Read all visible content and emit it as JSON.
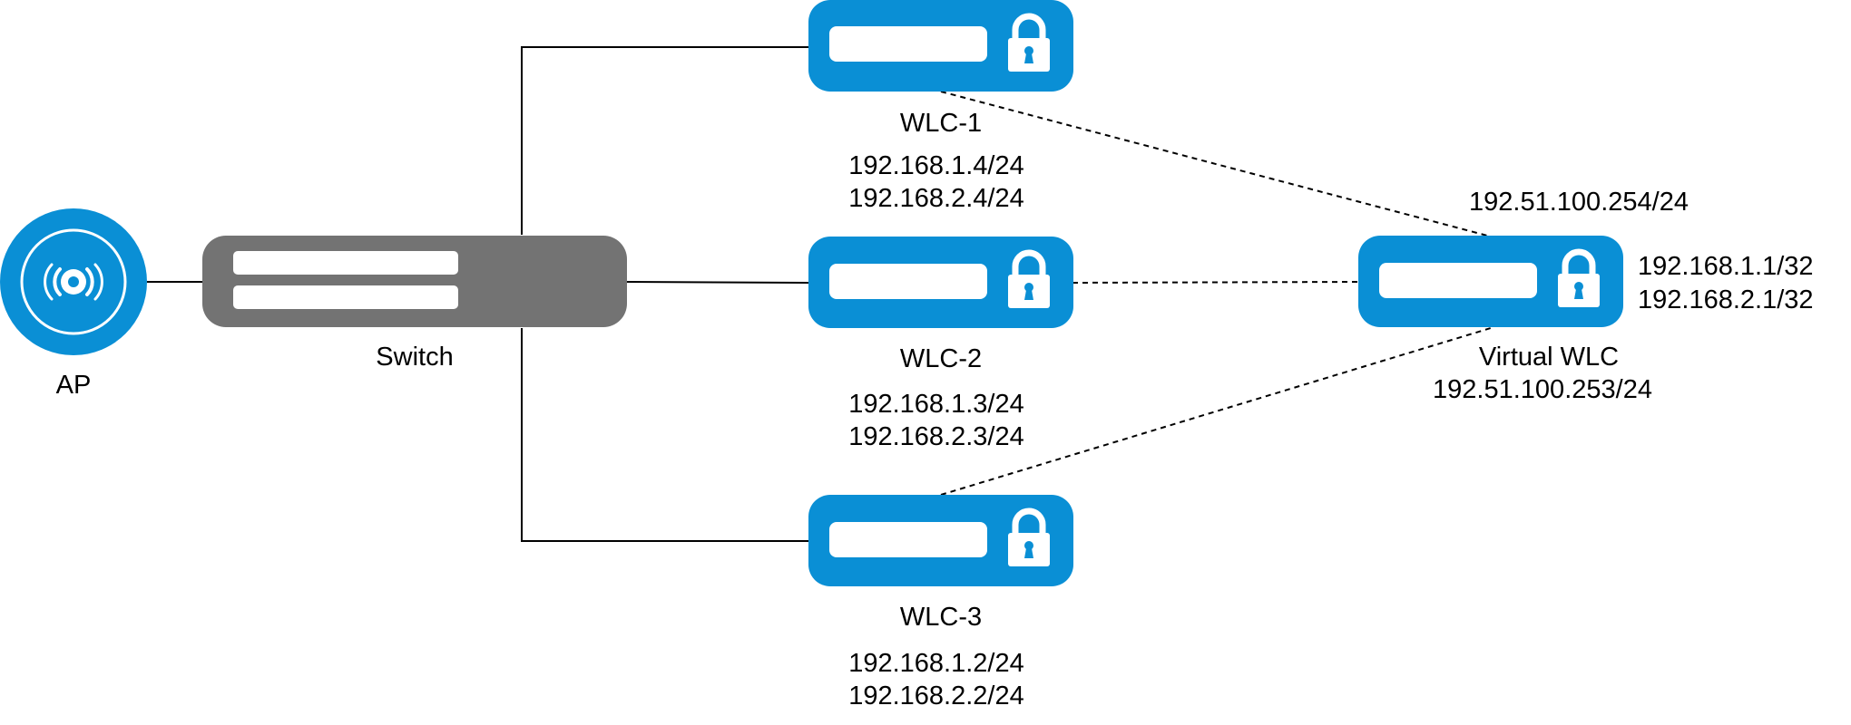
{
  "colors": {
    "device_blue": "#0a8fd5",
    "switch_gray": "#737373",
    "line": "#000000",
    "slot_white": "#ffffff"
  },
  "ap": {
    "label": "AP",
    "icon": "access-point-icon"
  },
  "switch": {
    "label": "Switch"
  },
  "wlc1": {
    "label": "WLC-1",
    "ip_1": "192.168.1.4/24",
    "ip_2": "192.168.2.4/24",
    "icon": "lock-icon"
  },
  "wlc2": {
    "label": "WLC-2",
    "ip_1": "192.168.1.3/24",
    "ip_2": "192.168.2.3/24",
    "icon": "lock-icon"
  },
  "wlc3": {
    "label": "WLC-3",
    "ip_1": "192.168.1.2/24",
    "ip_2": "192.168.2.2/24",
    "icon": "lock-icon"
  },
  "virtual_wlc": {
    "label": "Virtual WLC",
    "ip_top": "192.51.100.254/24",
    "ip_bottom": "192.51.100.253/24",
    "ip_right_1": "192.168.1.1/32",
    "ip_right_2": "192.168.2.1/32",
    "icon": "lock-icon"
  }
}
